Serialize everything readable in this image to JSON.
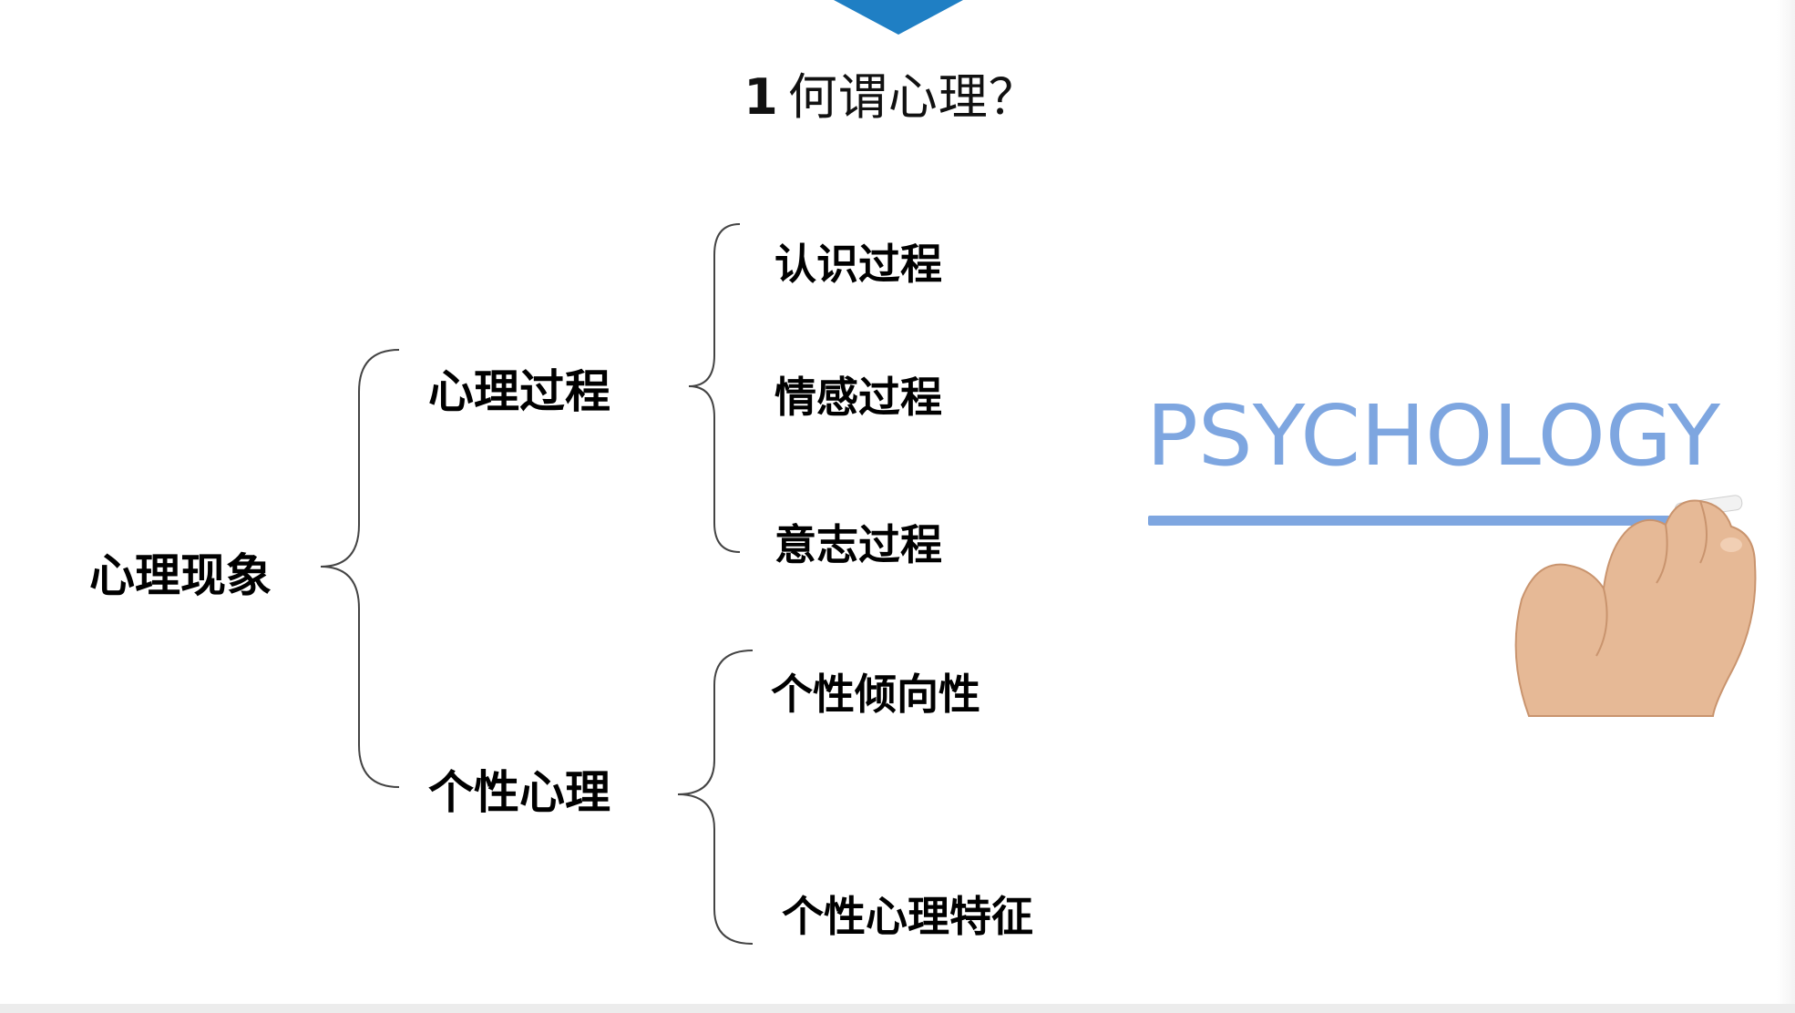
{
  "slide": {
    "number": "1",
    "title": "何谓心理？",
    "accent_color": "#1f7fc4"
  },
  "diagram": {
    "root": "心理现象",
    "branches": [
      {
        "label": "心理过程",
        "children": [
          "认识过程",
          "情感过程",
          "意志过程"
        ]
      },
      {
        "label": "个性心理",
        "children": [
          "个性倾向性",
          "个性心理特征"
        ]
      }
    ]
  },
  "illustration": {
    "word": "PSYCHOLOGY",
    "word_color": "#7ea6e0",
    "icon": "hand-with-marker-icon"
  }
}
